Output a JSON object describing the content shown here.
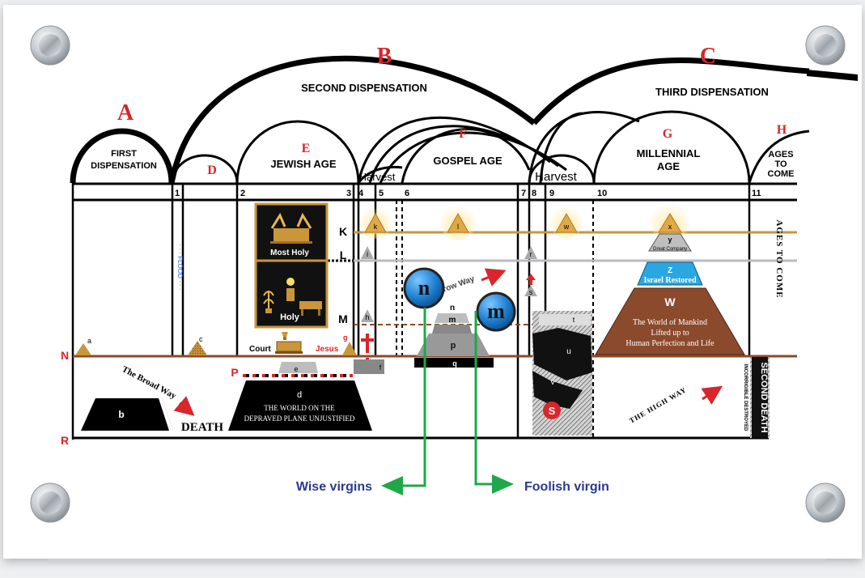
{
  "colors": {
    "red": "#d8262b",
    "brown": "#8b4a2c",
    "gold": "#c9963a",
    "steel": "#b8bcc0",
    "blue_text": "#2a3a8f",
    "green": "#1ea84a",
    "circle_blue": "#1e7fd0",
    "sky": "#2aa7e0"
  },
  "letters": {
    "A": "A",
    "B": "B",
    "C": "C",
    "D": "D",
    "E": "E",
    "F": "F",
    "G": "G",
    "H": "H"
  },
  "dispensations": {
    "first": [
      "FIRST",
      "DISPENSATION"
    ],
    "second": "SECOND DISPENSATION",
    "third": "THIRD DISPENSATION"
  },
  "ages": {
    "jewish": "JEWISH AGE",
    "gospel": "GOSPEL AGE",
    "millennial": [
      "MILLENNIAL",
      "AGE"
    ],
    "ages_to_come": [
      "AGES",
      "TO",
      "COME"
    ],
    "harvest_1": "Harvest",
    "harvest_2": "Harvest"
  },
  "numbers": [
    "1",
    "2",
    "3",
    "4",
    "5",
    "6",
    "7",
    "8",
    "9",
    "10",
    "11"
  ],
  "planes": {
    "K": "K",
    "L": "L",
    "M": "M",
    "N": "N",
    "P": "P",
    "R": "R",
    "S": "S"
  },
  "tabernacle": {
    "most_holy": "Most Holy",
    "holy": "Holy",
    "court": "Court",
    "jesus": "Jesus"
  },
  "flood": "· · · FLOOD · · ·",
  "pyramids": {
    "a": "a",
    "b": "b",
    "c": "c",
    "d": "d",
    "e": "e",
    "f": "f",
    "g": "g",
    "h": "h",
    "i": "i",
    "k": "k",
    "l": "l",
    "m": "m",
    "n": "n",
    "p": "p",
    "q": "q",
    "r": "r",
    "s": "s",
    "t": "t",
    "u": "u",
    "v": "v",
    "w": "w",
    "x": "x",
    "y": "y",
    "z": "Z",
    "W": "W"
  },
  "pyramid_texts": {
    "great_company": "Great Company",
    "israel_restored": "Israel Restored",
    "world_of_mankind": [
      "The World of Mankind",
      "Lifted up to",
      "Human Perfection and Life"
    ],
    "world_depraved": [
      "THE WORLD ON THE",
      "DEPRAVED PLANE UNJUSTIFIED"
    ]
  },
  "ways": {
    "broad_way": "The Broad Way",
    "narrow_way": "rrow Way",
    "high_way": "THE HIGH WAY",
    "death": "DEATH"
  },
  "second_death": {
    "title": "SECOND DEATH",
    "sub": "INCORRIGIBLE DESTROYED"
  },
  "ages_to_come_side": "AGES TO COME",
  "circles": {
    "n": "n",
    "m": "m"
  },
  "labels": {
    "wise": "Wise virgins",
    "foolish": "Foolish virgin"
  }
}
